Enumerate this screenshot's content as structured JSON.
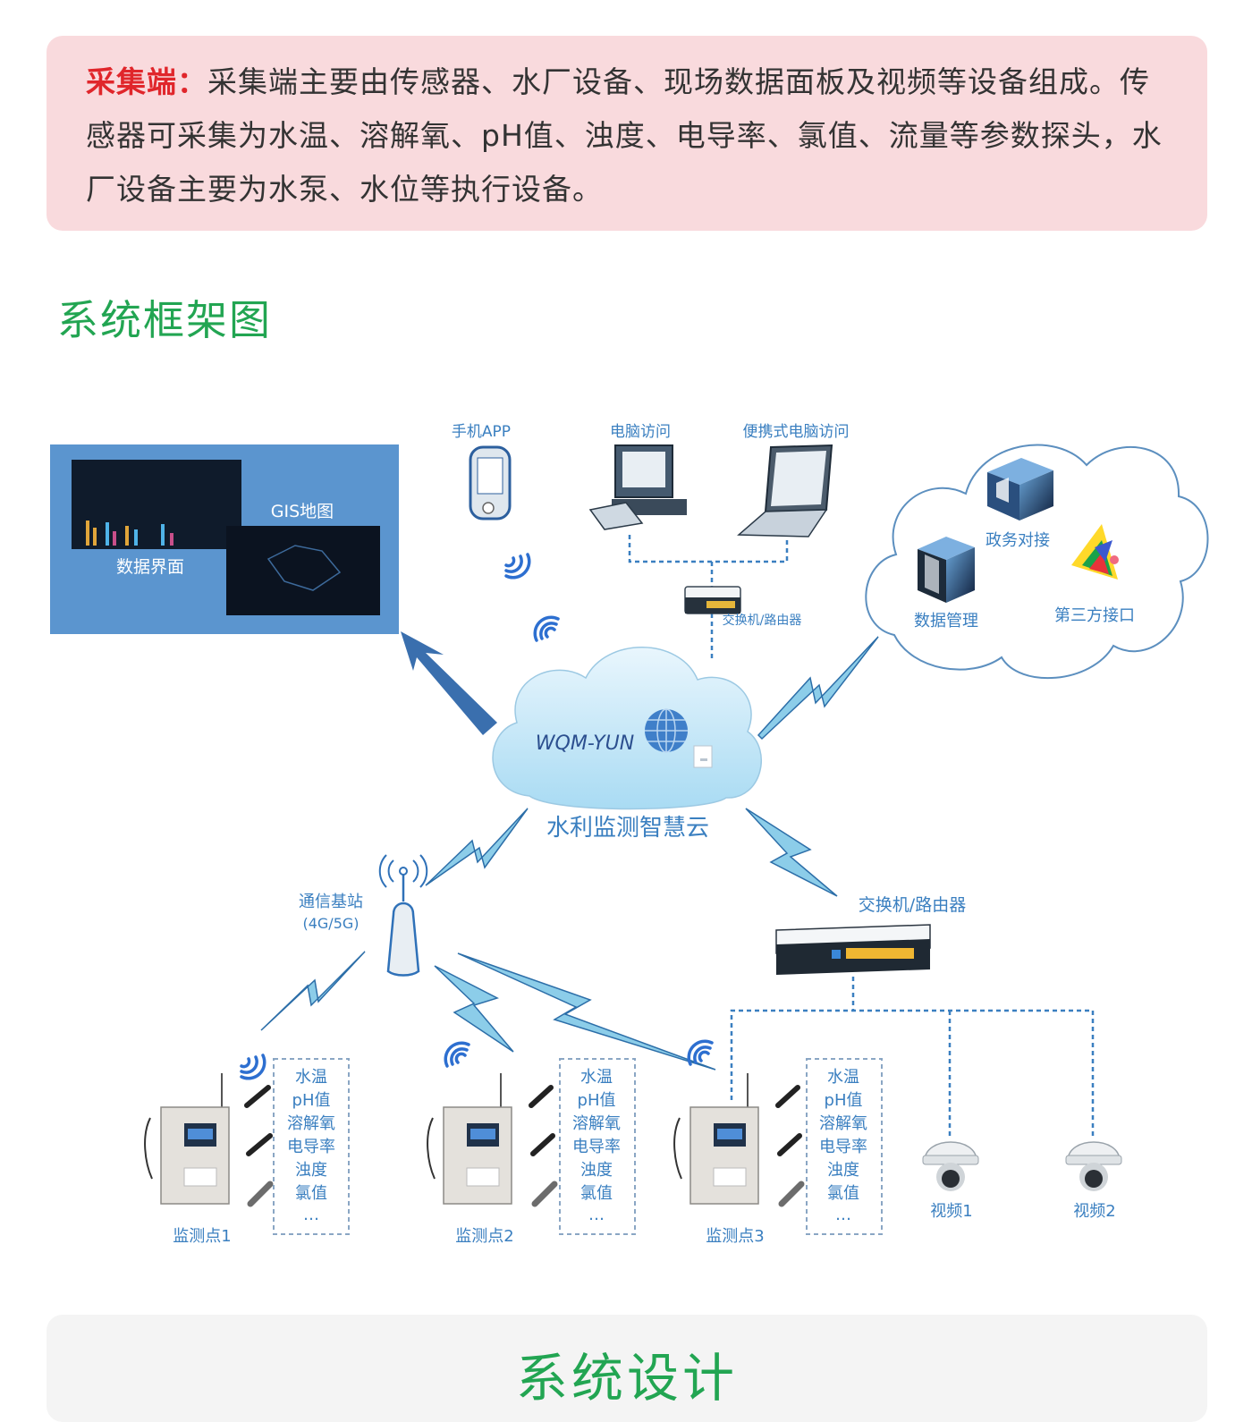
{
  "intro": {
    "lead": "采集端：",
    "body": "采集端主要由传感器、水厂设备、现场数据面板及视频等设备组成。传感器可采集为水温、溶解氧、pH值、浊度、电导率、氯值、流量等参数探头，水厂设备主要为水泵、水位等执行设备。"
  },
  "section_title": "系统框架图",
  "diagram": {
    "screens": {
      "gis_label": "GIS地图",
      "data_label": "数据界面"
    },
    "top_devices": {
      "phone": "手机APP",
      "pc": "电脑访问",
      "laptop": "便携式电脑访问"
    },
    "router_small": "交换机/路由器",
    "cloud_services": {
      "gov": "政务对接",
      "data_mgmt": "数据管理",
      "third_party": "第三方接口"
    },
    "cloud_center": {
      "brand": "WQM-YUN",
      "name": "水利监测智慧云"
    },
    "base_station": {
      "line1": "通信基站",
      "line2": "(4G/5G)"
    },
    "router_large": "交换机/路由器",
    "sensor_params": [
      "水温",
      "pH值",
      "溶解氧",
      "电导率",
      "浊度",
      "氯值",
      "…"
    ],
    "stations": [
      "监测点1",
      "监测点2",
      "监测点3"
    ],
    "cameras": [
      "视频1",
      "视频2"
    ]
  },
  "bottom_title": "系统设计",
  "colors": {
    "accent_green": "#22a552",
    "lead_red": "#e0262b",
    "diagram_blue": "#3a7fc0",
    "bolt_blue": "#8ccde9"
  }
}
